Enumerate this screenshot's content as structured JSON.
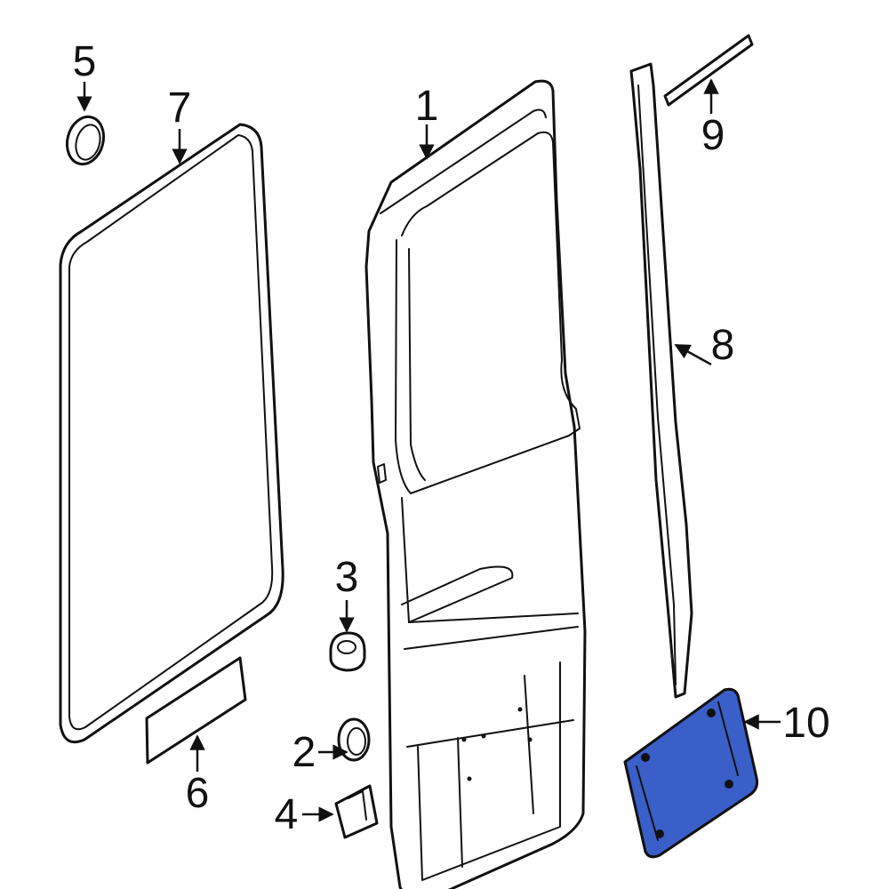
{
  "diagram": {
    "highlight_color": "#3a5fc8",
    "parts": [
      {
        "id": "door-shell",
        "callout": "1"
      },
      {
        "id": "plug",
        "callout": "2"
      },
      {
        "id": "bumper",
        "callout": "3"
      },
      {
        "id": "clip",
        "callout": "4"
      },
      {
        "id": "cap",
        "callout": "5"
      },
      {
        "id": "label",
        "callout": "6"
      },
      {
        "id": "weatherstrip",
        "callout": "7"
      },
      {
        "id": "seal-strip",
        "callout": "8"
      },
      {
        "id": "tape-strip",
        "callout": "9"
      },
      {
        "id": "license-plate-bracket",
        "callout": "10"
      }
    ]
  }
}
